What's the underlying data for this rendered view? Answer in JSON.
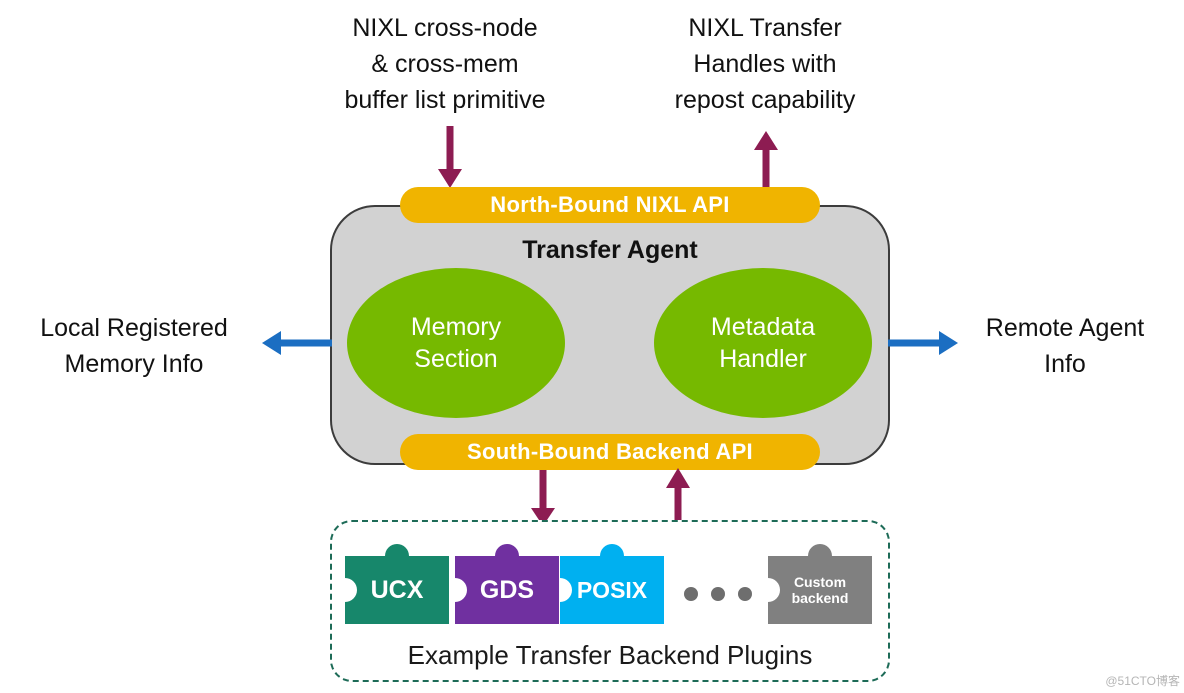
{
  "colors": {
    "gold": "#f0b400",
    "green": "#76b900",
    "maroon": "#8d1c52",
    "blue": "#1b6ec2",
    "box_gray": "#d2d2d2",
    "dashed_border": "#1d6b57"
  },
  "annotations": {
    "top_left": "NIXL cross-node\n& cross-mem\nbuffer list primitive",
    "top_right": "NIXL Transfer\nHandles with\nrepost capability",
    "left": "Local Registered\nMemory Info",
    "right": "Remote Agent\nInfo"
  },
  "agent": {
    "title": "Transfer Agent",
    "north_api": "North-Bound NIXL API",
    "south_api": "South-Bound Backend API",
    "memory_section": "Memory\nSection",
    "metadata_handler": "Metadata\nHandler"
  },
  "plugins": {
    "caption": "Example Transfer Backend Plugins",
    "items": [
      {
        "label": "UCX",
        "color": "#17876b"
      },
      {
        "label": "GDS",
        "color": "#7030a0"
      },
      {
        "label": "POSIX",
        "color": "#00b0f0"
      },
      {
        "label": "Custom\nbackend",
        "color": "#808080"
      }
    ]
  },
  "watermark": "@51CTO博客"
}
